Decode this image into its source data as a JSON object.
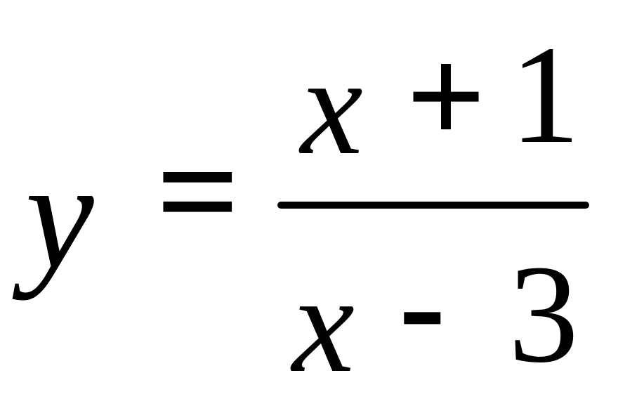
{
  "formula": {
    "lhs": "y",
    "equals": "=",
    "numerator": {
      "variable": "x",
      "operator": "+",
      "constant": "1"
    },
    "denominator": {
      "variable": "x",
      "operator": "-",
      "constant": "3"
    }
  }
}
